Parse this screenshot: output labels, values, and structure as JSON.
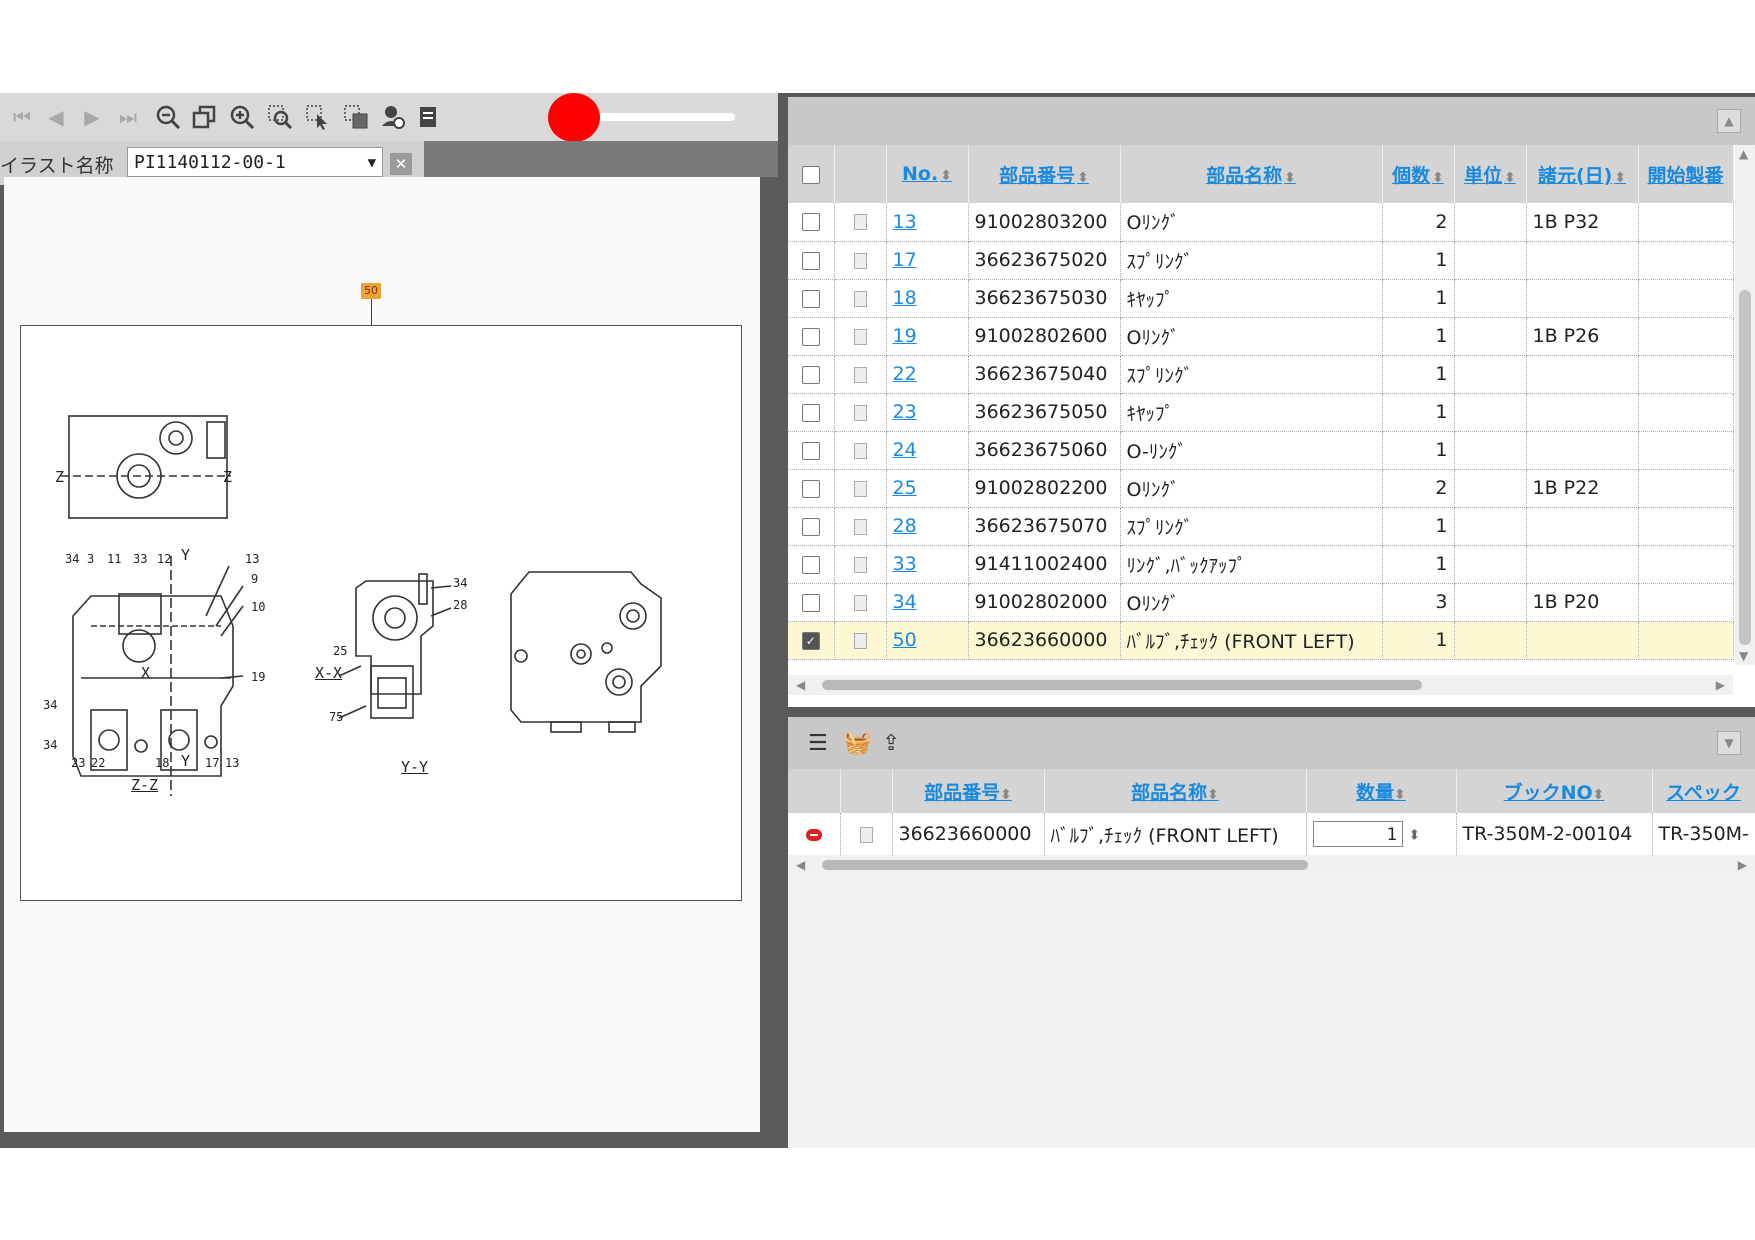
{
  "toolbar": {
    "icons": [
      "first-page-icon",
      "prev-page-icon",
      "next-page-icon",
      "last-page-icon",
      "zoom-out-icon",
      "fit-window-icon",
      "zoom-in-icon",
      "zoom-area-icon",
      "select-area-icon",
      "copy-area-icon",
      "stamp-icon",
      "note-icon"
    ]
  },
  "illustration": {
    "label": "イラスト名称",
    "selected": "PI1140112-00-1",
    "callout": "50",
    "drawing_labels": [
      "Z",
      "Z",
      "34",
      "3",
      "11",
      "33",
      "12",
      "Y",
      "13",
      "9",
      "10",
      "19",
      "X",
      "34",
      "34",
      "23",
      "22",
      "18",
      "Y",
      "17",
      "13",
      "Z-Z",
      "X-X",
      "25",
      "34",
      "28",
      "75",
      "Y-Y"
    ]
  },
  "grid": {
    "columns": [
      "No.",
      "部品番号",
      "部品名称",
      "個数",
      "単位",
      "諸元(日)",
      "開始製番"
    ],
    "rows": [
      {
        "no": "13",
        "part": "91002803200",
        "name": "Oﾘﾝｸﾞ",
        "qty": "2",
        "unit": "",
        "spec": "1B P32",
        "start": "",
        "checked": false
      },
      {
        "no": "17",
        "part": "36623675020",
        "name": "ｽﾌﾟﾘﾝｸﾞ",
        "qty": "1",
        "unit": "",
        "spec": "",
        "start": "",
        "checked": false
      },
      {
        "no": "18",
        "part": "36623675030",
        "name": "ｷﾔｯﾌﾟ",
        "qty": "1",
        "unit": "",
        "spec": "",
        "start": "",
        "checked": false
      },
      {
        "no": "19",
        "part": "91002802600",
        "name": "Oﾘﾝｸﾞ",
        "qty": "1",
        "unit": "",
        "spec": "1B P26",
        "start": "",
        "checked": false
      },
      {
        "no": "22",
        "part": "36623675040",
        "name": "ｽﾌﾟﾘﾝｸﾞ",
        "qty": "1",
        "unit": "",
        "spec": "",
        "start": "",
        "checked": false
      },
      {
        "no": "23",
        "part": "36623675050",
        "name": "ｷﾔｯﾌﾟ",
        "qty": "1",
        "unit": "",
        "spec": "",
        "start": "",
        "checked": false
      },
      {
        "no": "24",
        "part": "36623675060",
        "name": "O-ﾘﾝｸﾞ",
        "qty": "1",
        "unit": "",
        "spec": "",
        "start": "",
        "checked": false
      },
      {
        "no": "25",
        "part": "91002802200",
        "name": "Oﾘﾝｸﾞ",
        "qty": "2",
        "unit": "",
        "spec": "1B P22",
        "start": "",
        "checked": false
      },
      {
        "no": "28",
        "part": "36623675070",
        "name": "ｽﾌﾟﾘﾝｸﾞ",
        "qty": "1",
        "unit": "",
        "spec": "",
        "start": "",
        "checked": false
      },
      {
        "no": "33",
        "part": "91411002400",
        "name": "ﾘﾝｸﾞ,ﾊﾞｯｸｱｯﾌﾟ",
        "qty": "1",
        "unit": "",
        "spec": "",
        "start": "",
        "checked": false
      },
      {
        "no": "34",
        "part": "91002802000",
        "name": "Oﾘﾝｸﾞ",
        "qty": "3",
        "unit": "",
        "spec": "1B P20",
        "start": "",
        "checked": false
      },
      {
        "no": "50",
        "part": "36623660000",
        "name": "ﾊﾞﾙﾌﾞ,ﾁｪｯｸ (FRONT LEFT)",
        "qty": "1",
        "unit": "",
        "spec": "",
        "start": "",
        "checked": true
      }
    ]
  },
  "cart": {
    "columns": [
      "部品番号",
      "部品名称",
      "数量",
      "ブックNO",
      "スペック"
    ],
    "rows": [
      {
        "part": "36623660000",
        "name": "ﾊﾞﾙﾌﾞ,ﾁｪｯｸ (FRONT LEFT)",
        "qty": "1",
        "book": "TR-350M-2-00104",
        "spec": "TR-350M-"
      }
    ]
  }
}
